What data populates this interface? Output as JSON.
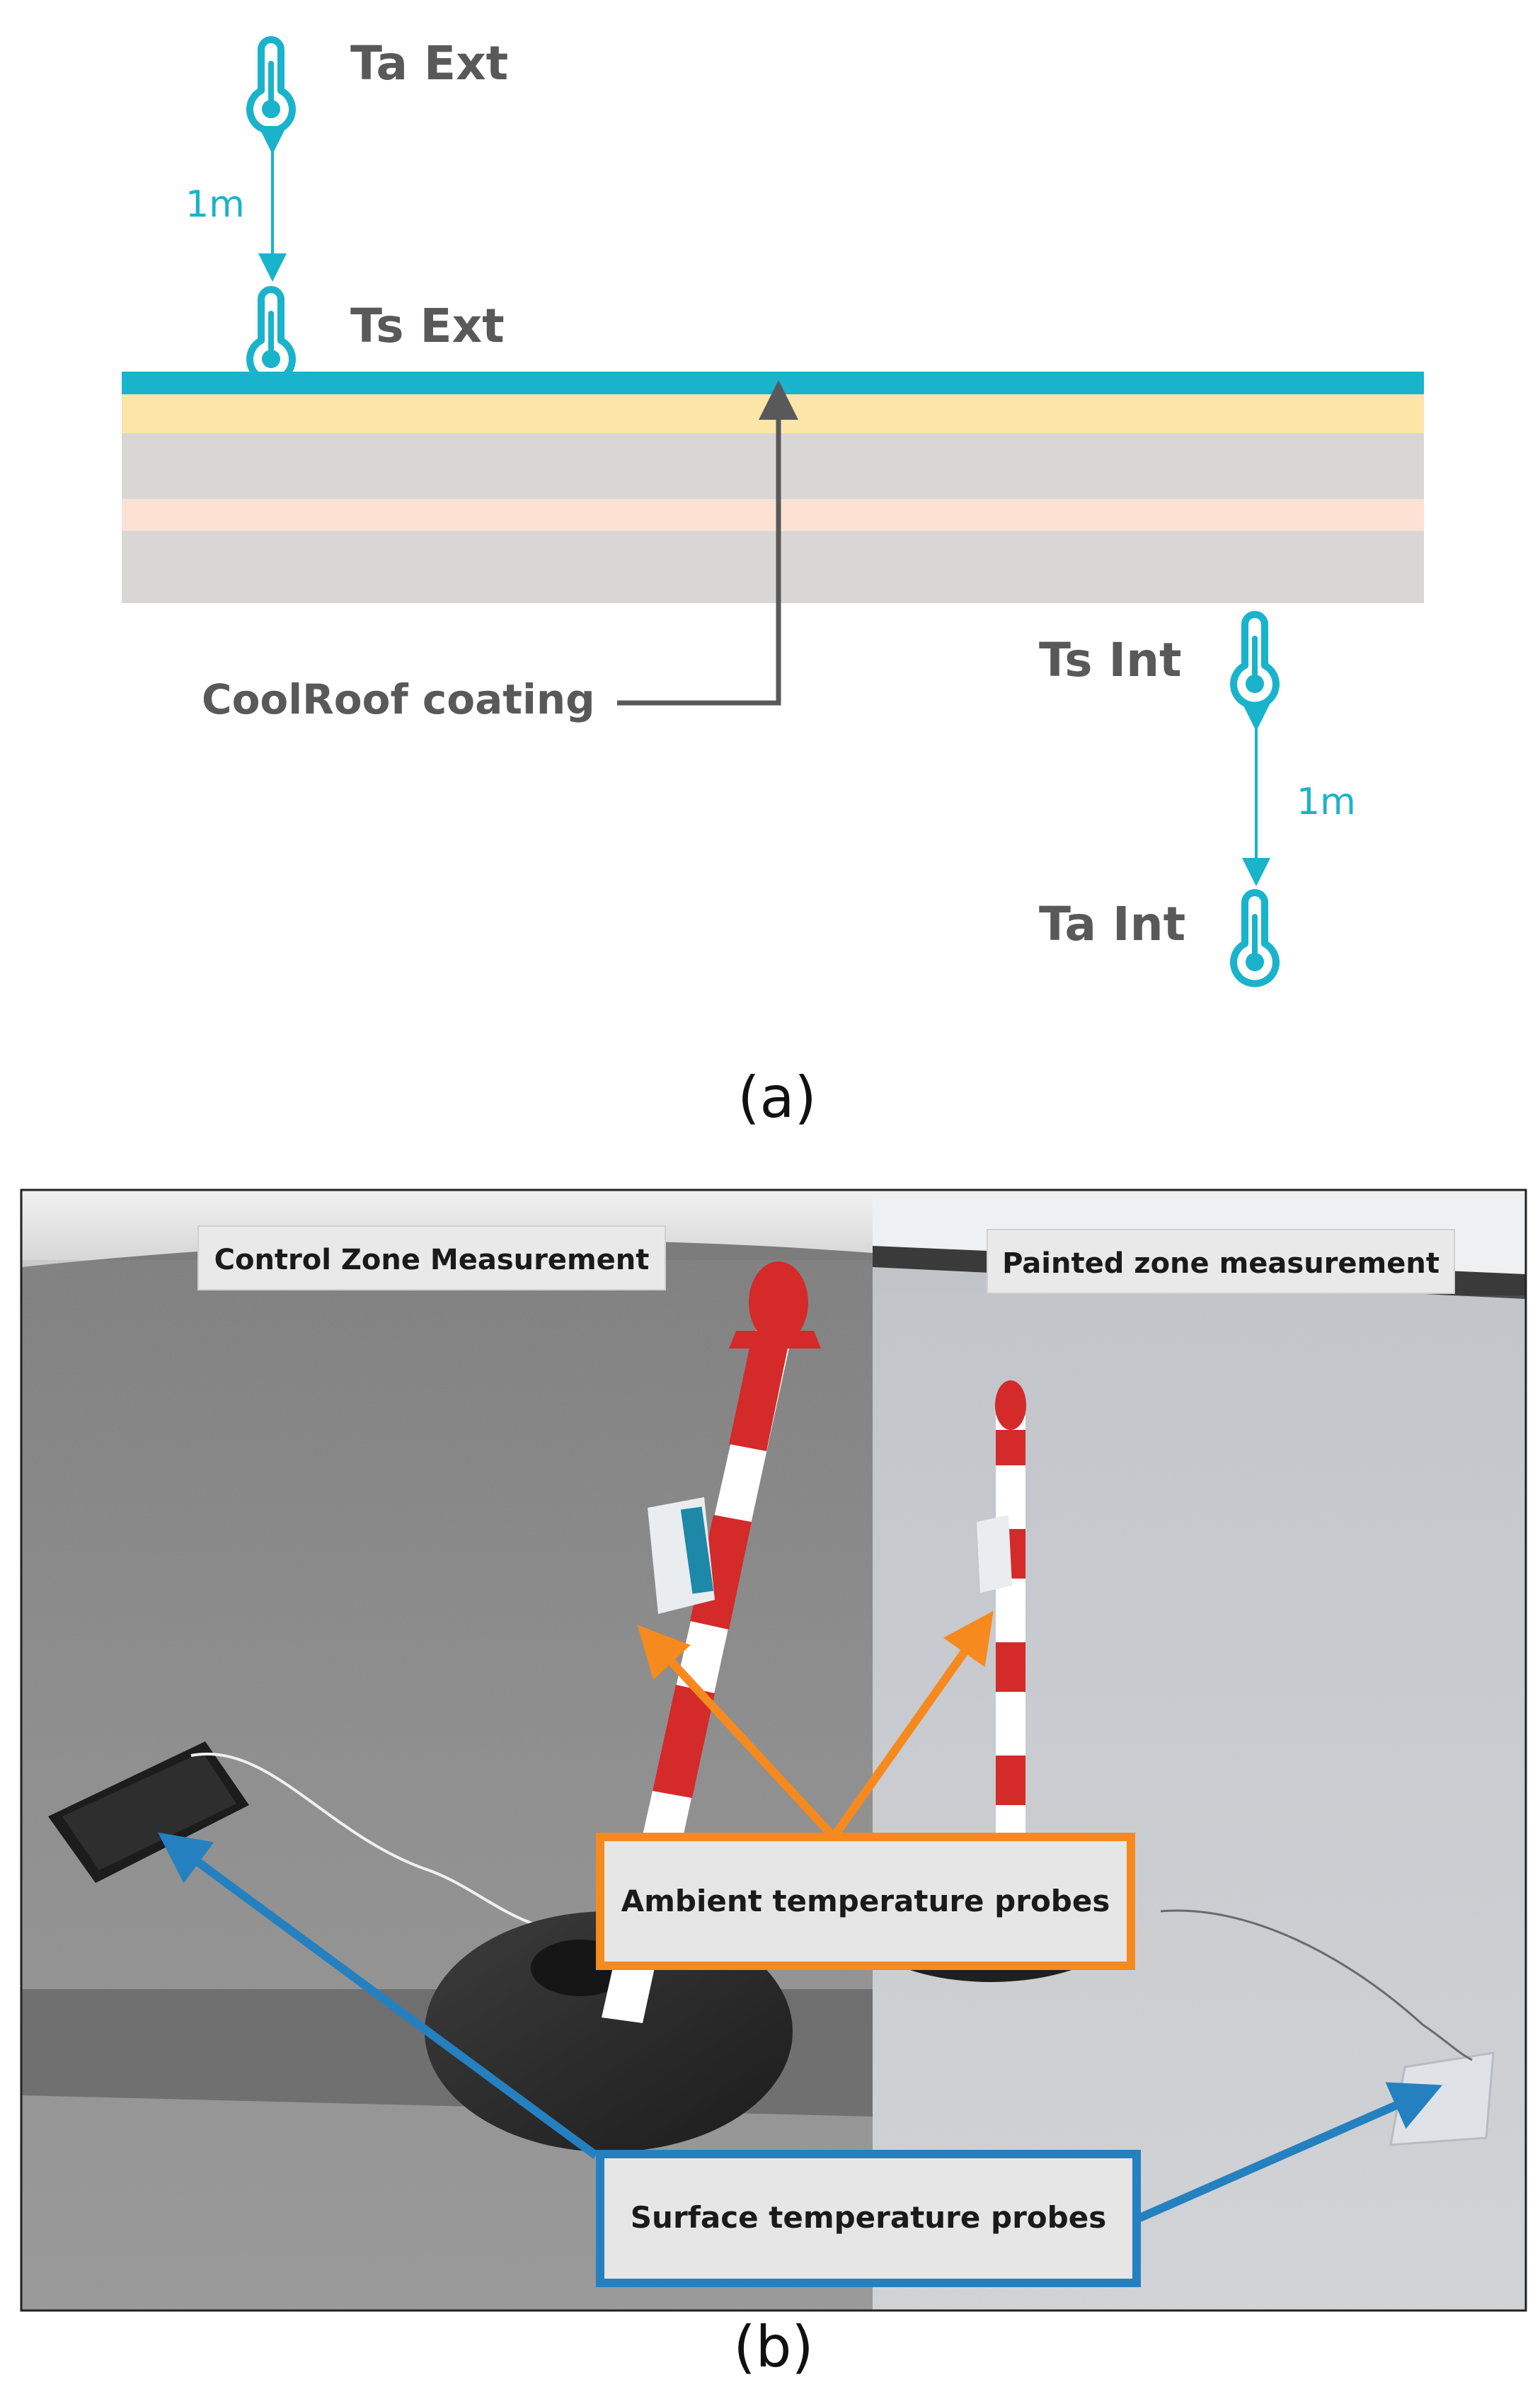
{
  "panel_a": {
    "labels": {
      "ta_ext": "Ta Ext",
      "ts_ext": "Ts Ext",
      "ts_int": "Ts Int",
      "ta_int": "Ta Int",
      "distance_top": "1m",
      "distance_bottom": "1m",
      "coating": "CoolRoof coating"
    },
    "caption": "(a)"
  },
  "panel_b": {
    "left_zone_label": "Control Zone Measurement",
    "right_zone_label": "Painted zone measurement",
    "ambient_label": "Ambient temperature probes",
    "surface_label": "Surface temperature probes",
    "caption": "(b)"
  },
  "colors": {
    "teal": "#19b3cb",
    "gray_text": "#595959",
    "orange": "#f68a1e",
    "blue": "#2580c0",
    "yellow_layer": "#fbe6a8",
    "peach_layer": "#fde2d4",
    "gray_layer": "#d9d6d6"
  }
}
